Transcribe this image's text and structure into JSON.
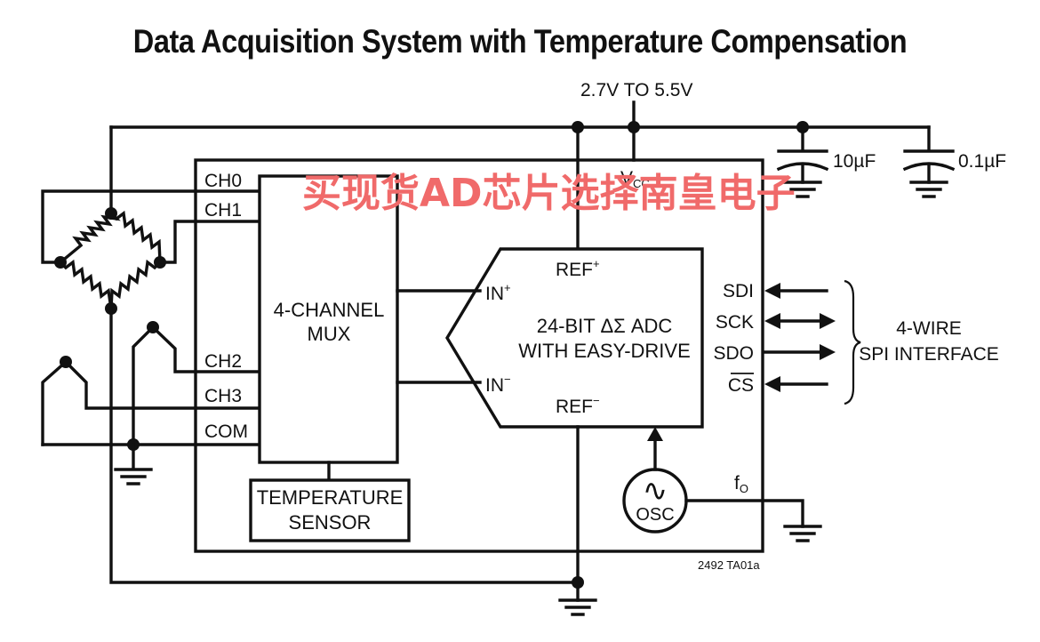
{
  "title": "Data Acquisition System with Temperature Compensation",
  "supply": "2.7V TO 5.5V",
  "capacitors": [
    "10µF",
    "0.1µF"
  ],
  "vcc": {
    "main": "V",
    "sub": "CC"
  },
  "pins_left": [
    "CH0",
    "CH1",
    "CH2",
    "CH3",
    "COM"
  ],
  "mux": [
    "4-CHANNEL",
    "MUX"
  ],
  "temp_sensor": [
    "TEMPERATURE",
    "SENSOR"
  ],
  "adc": {
    "lines": [
      "24-BIT ΔΣ ADC",
      "WITH EASY-DRIVE"
    ],
    "ref_plus": {
      "main": "REF",
      "sup": "+"
    },
    "ref_minus": {
      "main": "REF",
      "sup": "−"
    },
    "in_plus": {
      "main": "IN",
      "sup": "+"
    },
    "in_minus": {
      "main": "IN",
      "sup": "−"
    }
  },
  "spi_pins": [
    "SDI",
    "SCK",
    "SDO",
    "CS"
  ],
  "spi_label": [
    "4-WIRE",
    "SPI INTERFACE"
  ],
  "osc": {
    "symbol": "∿",
    "label": "OSC"
  },
  "fo": {
    "main": "f",
    "sub": "O"
  },
  "figure_id": "2492 TA01a",
  "watermark": "买现货AD芯片选择南皇电子"
}
